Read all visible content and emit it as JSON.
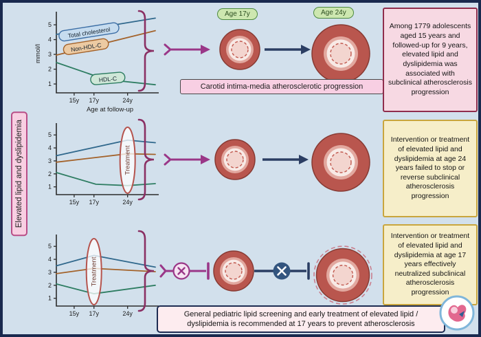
{
  "left_label": {
    "text": "Elevated lipid and dyslipidemia"
  },
  "rows": [
    {
      "age_small": "Age 17y",
      "age_large": "Age 24y",
      "caption": "Carotid intima-media atherosclerotic progression",
      "note": "Among 1779 adolescents aged 15 years and followed-up for 9 years, elevated lipid and dyslipidemia was associated with subclinical atherosclerosis progression"
    },
    {
      "note": "Intervention or treatment of elevated lipid and dyslipidemia at age 24 years failed to stop or reverse subclinical atherosclerosis progression"
    },
    {
      "note": "Intervention or treatment of elevated lipid and dyslipidemia at age 17 years effectively neutralized subclinical atherosclerosis progression"
    }
  ],
  "bottom_note": "General pediatric lipid screening and early treatment of elevated lipid / dyslipidemia is recommended at 17 years to prevent atherosclerosis",
  "colors": {
    "background": "#d2e0ec",
    "frame_border": "#19294e",
    "arrow_purple": "#9a3788",
    "arrow_navy": "#2b3e63",
    "brace": "#8a2f63",
    "artery_wall": "#b9564e",
    "note_pink_bg": "#f7d9e3",
    "note_yellow_bg": "#f6eec9",
    "age_pill_bg": "#cde7b0"
  },
  "chart_data": [
    {
      "type": "line",
      "title": "",
      "ylabel": "mmol/l",
      "xlabel": "Age at follow-up",
      "x_ticks": [
        "15y",
        "17y",
        "24y"
      ],
      "x_tick_pos": [
        0.18,
        0.38,
        0.72
      ],
      "y_ticks": [
        1,
        2,
        3,
        4,
        5
      ],
      "ylim": [
        0.4,
        5.7
      ],
      "grid": false,
      "series": [
        {
          "name": "Total cholesterol",
          "color": "#30688c",
          "points": [
            [
              0,
              4.35
            ],
            [
              1,
              5.45
            ]
          ]
        },
        {
          "name": "Non-HDL-C",
          "color": "#a3622a",
          "points": [
            [
              0,
              2.95
            ],
            [
              1,
              4.6
            ]
          ]
        },
        {
          "name": "HDL-C",
          "color": "#2e7d62",
          "points": [
            [
              0,
              2.45
            ],
            [
              0.5,
              1.3
            ],
            [
              1,
              0.95
            ]
          ]
        }
      ],
      "capsules": [
        {
          "text": "Total cholesterol",
          "x": 0.33,
          "v": 4.5,
          "rot": -9,
          "w": 88,
          "fill": "#c6dcef",
          "stroke": "#3c6ea5"
        },
        {
          "text": "Non-HDL-C",
          "x": 0.3,
          "v": 3.5,
          "rot": -9,
          "w": 66,
          "fill": "#eccaa2",
          "stroke": "#a3622a"
        },
        {
          "text": "HDL-C",
          "x": 0.52,
          "v": 1.35,
          "rot": -5,
          "w": 50,
          "fill": "#cfe7d8",
          "stroke": "#2e7d62"
        }
      ]
    },
    {
      "type": "line",
      "title": "",
      "ylabel": "",
      "xlabel": "",
      "x_ticks": [
        "15y",
        "17y",
        "24y"
      ],
      "x_tick_pos": [
        0.18,
        0.38,
        0.72
      ],
      "y_ticks": [
        1,
        2,
        3,
        4,
        5
      ],
      "ylim": [
        0.4,
        5.7
      ],
      "grid": false,
      "series": [
        {
          "name": "Total cholesterol",
          "color": "#30688c",
          "points": [
            [
              0,
              3.4
            ],
            [
              0.72,
              4.6
            ],
            [
              1,
              4.4
            ]
          ]
        },
        {
          "name": "Non-HDL-C",
          "color": "#a3622a",
          "points": [
            [
              0,
              2.9
            ],
            [
              0.72,
              3.55
            ],
            [
              1,
              3.5
            ]
          ]
        },
        {
          "name": "HDL-C",
          "color": "#2e7d62",
          "points": [
            [
              0,
              2.1
            ],
            [
              0.4,
              1.2
            ],
            [
              0.72,
              1.1
            ],
            [
              1,
              1.25
            ]
          ]
        }
      ],
      "treatment": {
        "label": "Treatment",
        "x": 0.72
      }
    },
    {
      "type": "line",
      "title": "",
      "ylabel": "",
      "xlabel": "",
      "x_ticks": [
        "15y",
        "17y",
        "24y"
      ],
      "x_tick_pos": [
        0.18,
        0.38,
        0.72
      ],
      "y_ticks": [
        1,
        2,
        3,
        4,
        5
      ],
      "ylim": [
        0.4,
        5.7
      ],
      "grid": false,
      "series": [
        {
          "name": "Total cholesterol",
          "color": "#30688c",
          "points": [
            [
              0,
              3.5
            ],
            [
              0.38,
              4.3
            ],
            [
              1,
              3.4
            ]
          ]
        },
        {
          "name": "Non-HDL-C",
          "color": "#a3622a",
          "points": [
            [
              0,
              2.9
            ],
            [
              0.38,
              3.3
            ],
            [
              1,
              3.05
            ]
          ]
        },
        {
          "name": "HDL-C",
          "color": "#2e7d62",
          "points": [
            [
              0,
              2.1
            ],
            [
              0.38,
              1.35
            ],
            [
              1,
              2.0
            ]
          ]
        }
      ],
      "treatment": {
        "label": "Treatment",
        "x": 0.38
      }
    }
  ]
}
